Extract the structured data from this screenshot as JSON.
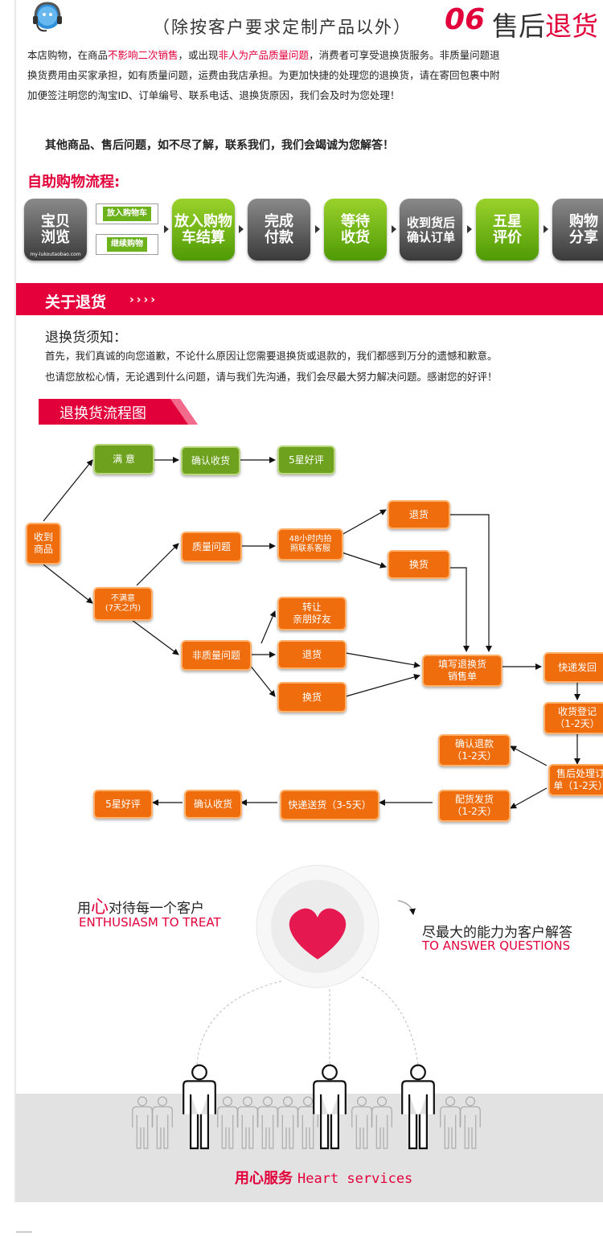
{
  "header": {
    "note": "（除按客户要求定制产品以外）",
    "num": "06",
    "title_a": "售后",
    "title_b": "退货"
  },
  "policy": {
    "l1a": "本店购物，在商品",
    "l1b": "不影响二次销售",
    "l1c": "，或出现",
    "l1d": "非人为产品质量问题",
    "l1e": "，消费者可享受退换货服务。非质量问题退",
    "l2": "换货费用由买家承担，如有质量问题，运费由我店承担。为更加快捷的处理您的退换货，请在寄回包裹中附",
    "l3": "加便签注明您的淘宝ID、订单编号、联系电话、退换货原因，我们会及时为您处理！"
  },
  "other": "其他商品、售后问题，如不尽了解，联系我们，我们会竭诚为您解答！",
  "process": {
    "title": "自助购物流程:",
    "mini1": "放入购物车",
    "mini2": "继续购物",
    "tiny_url": "my-lukoutaobao.com",
    "steps": [
      "宝贝\n浏览",
      "放入购物\n车结算",
      "完成\n付款",
      "等待\n收货",
      "收到货后\n确认订单",
      "五星\n评价",
      "购物\n分享"
    ]
  },
  "returns": {
    "bar_title": "关于退货",
    "bar_chevrons": "››››",
    "notice": "退换货须知：",
    "p1": "首先，我们真诚的向您道歉，不论什么原因让您需要退换货或退款的，我们都感到万分的遗憾和歉意。",
    "p2": "也请您放松心情，无论遇到什么问题，请与我们先沟通，我们会尽最大努力解决问题。感谢您的好评！",
    "flow_title": "退换货流程图"
  },
  "flow": {
    "receive": "收到\n商品",
    "satisfied": "满  意",
    "confirm1": "确认收货",
    "fivestar1": "5星好评",
    "unsatisfied": "不满意\n(7天之内)",
    "quality": "质量问题",
    "contact": "48小时内拍\n照联系客服",
    "return1": "退货",
    "exchange1": "换货",
    "nonquality": "非质量问题",
    "transfer": "转让\n亲朋好友",
    "return2": "退货",
    "exchange2": "换货",
    "fill_form": "填写退换货\n销售单",
    "express_back": "快递发回",
    "register": "收货登记\n（1-2天）",
    "aftersale": "售后处理订\n单（1-2天）",
    "refund": "确认退款\n（1-2天）",
    "dispatch": "配货发货\n（1-2天）",
    "express_send": "快递送货（3-5天）",
    "confirm2": "确认收货",
    "fivestar2": "5星好评"
  },
  "service": {
    "left_zh_a": "用",
    "left_zh_b": "心",
    "left_zh_c": "对待每一个客户",
    "left_en": "ENTHUSIASM TO TREAT",
    "right_zh": "尽最大的能力为客户解答",
    "right_en": "TO ANSWER QUESTIONS",
    "footer_zh": "用心服务",
    "footer_en": "Heart services"
  },
  "colors": {
    "accent": "#e2003b",
    "orange": "#ef6d0d",
    "green": "#6ea21e"
  }
}
